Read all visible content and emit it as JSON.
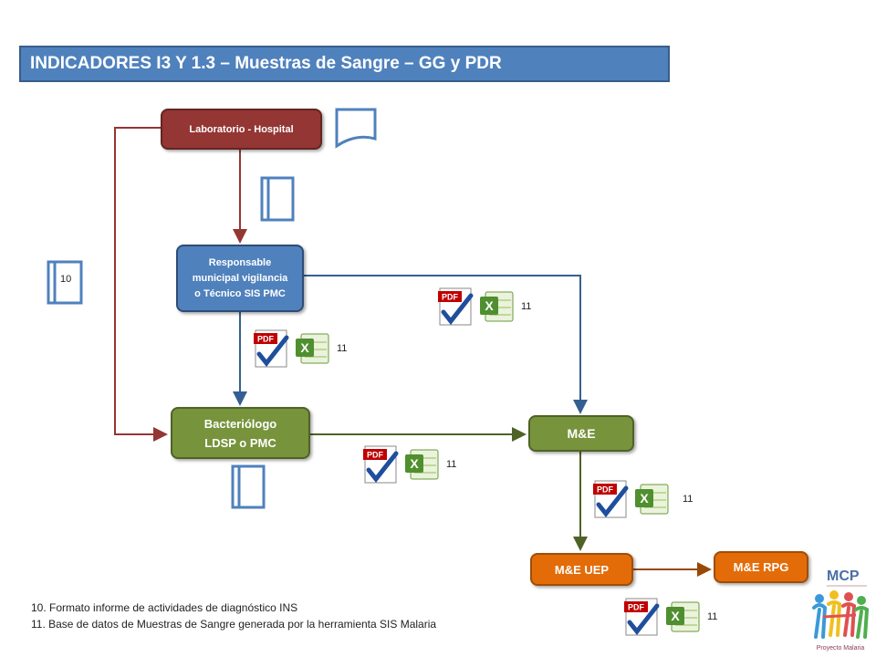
{
  "title": "INDICADORES I3 Y 1.3 – Muestras de Sangre – GG y PDR",
  "nodes": {
    "laboratorio": "Laboratorio - Hospital",
    "responsable": [
      "Responsable",
      "municipal vigilancia",
      "o Técnico SIS PMC"
    ],
    "bacteriologo": [
      "Bacteriólogo",
      "LDSP o PMC"
    ],
    "me": "M&E",
    "me_uep": "M&E UEP",
    "me_rpg": "M&E RPG"
  },
  "refs": {
    "form_10": "10",
    "db_11": "11"
  },
  "footnotes": [
    "10. Formato informe de  actividades de diagnóstico INS",
    "11. Base de datos de Muestras de Sangre generada por la herramienta SIS Malaria"
  ],
  "logo": {
    "brand": "MCP",
    "tagline": "Proyecto Malaria"
  },
  "colors": {
    "title_bar": "#4f81bd",
    "lab_red": "#943634",
    "responsable_blue": "#4f81bd",
    "green": "#77933c",
    "orange": "#e36c09"
  }
}
